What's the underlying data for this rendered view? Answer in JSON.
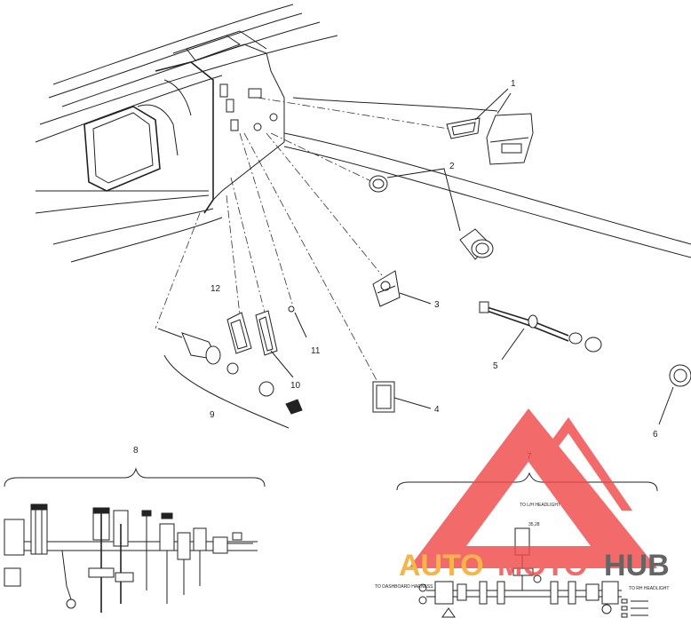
{
  "callouts": {
    "c1": "1",
    "c2": "2",
    "c3": "3",
    "c4": "4",
    "c5": "5",
    "c6": "6",
    "c7": "7",
    "c8": "8",
    "c9": "9",
    "c10": "10",
    "c11": "11",
    "c12": "12"
  },
  "wiring": {
    "to_lh_headlight": "TO L/H HEADLIGHT",
    "to_dashboard_harness": "TO DASHBOARD HARNESS",
    "to_rh_headlight": "TO RH HEADLIGHT",
    "wire_label_1": "35,28"
  },
  "watermark": {
    "text_left": "AUTO",
    "text_mid": "MOTO",
    "text_right": "HUB",
    "color_triangle": "#f04a4a",
    "color_auto": "#f5a623",
    "color_hub": "#444444"
  }
}
